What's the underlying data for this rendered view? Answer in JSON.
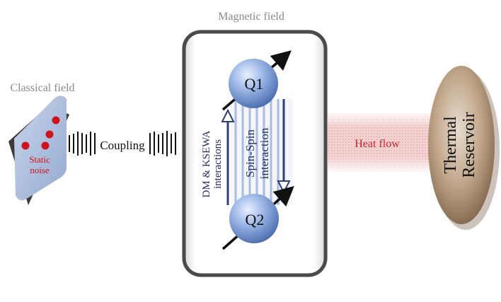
{
  "labels": {
    "magnetic_field": "Magnetic field",
    "classical_field": "Classical field",
    "static_noise_line1": "Static",
    "static_noise_line2": "noise",
    "coupling": "Coupling",
    "q1": "Q1",
    "q2": "Q2",
    "dm_line1": "DM & KSEWA",
    "dm_line2": "interactions",
    "spin_line1": "Spin-Spin",
    "spin_line2": "interaction",
    "heat_flow": "Heat flow",
    "thermal_line1": "Thermal",
    "thermal_line2": "Reservoir"
  },
  "colors": {
    "label_gray": "#8a8a8a",
    "noise_red": "#d0121b",
    "heat_red": "#c0282d",
    "qubit_blue": "#7d9ed6",
    "panel_blue": "#aebfdc",
    "dm_text": "#2a2a5e",
    "spin_text": "#1f2f6a",
    "reservoir_brown": "#b89c80"
  }
}
